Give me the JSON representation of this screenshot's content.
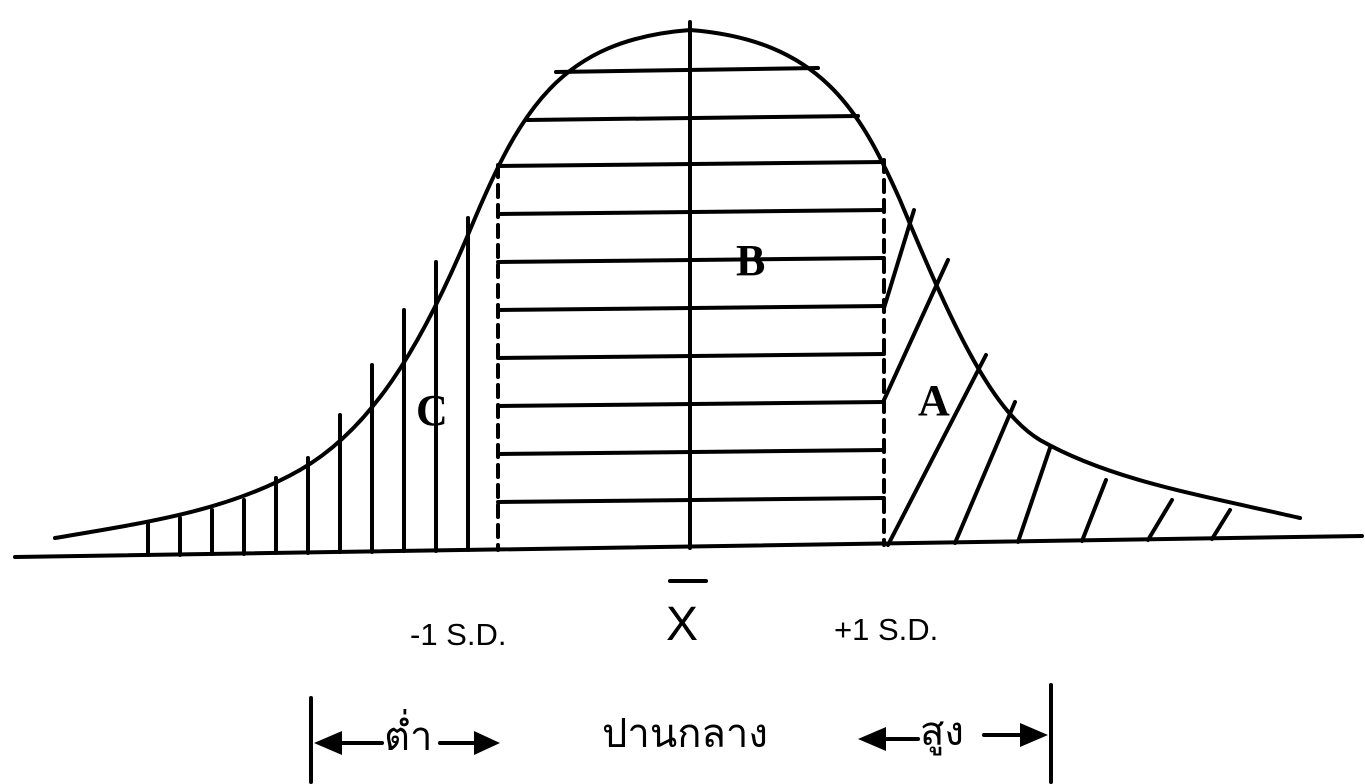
{
  "regions": {
    "a": "A",
    "b": "B",
    "c": "C"
  },
  "axis": {
    "minus_sd": "-1 S.D.",
    "mean": "X",
    "plus_sd": "+1 S.D."
  },
  "groups": {
    "low": "ต่ำ",
    "middle": "ปานกลาง",
    "high": "สูง"
  },
  "colors": {
    "ink": "#000000",
    "background": "#ffffff"
  }
}
